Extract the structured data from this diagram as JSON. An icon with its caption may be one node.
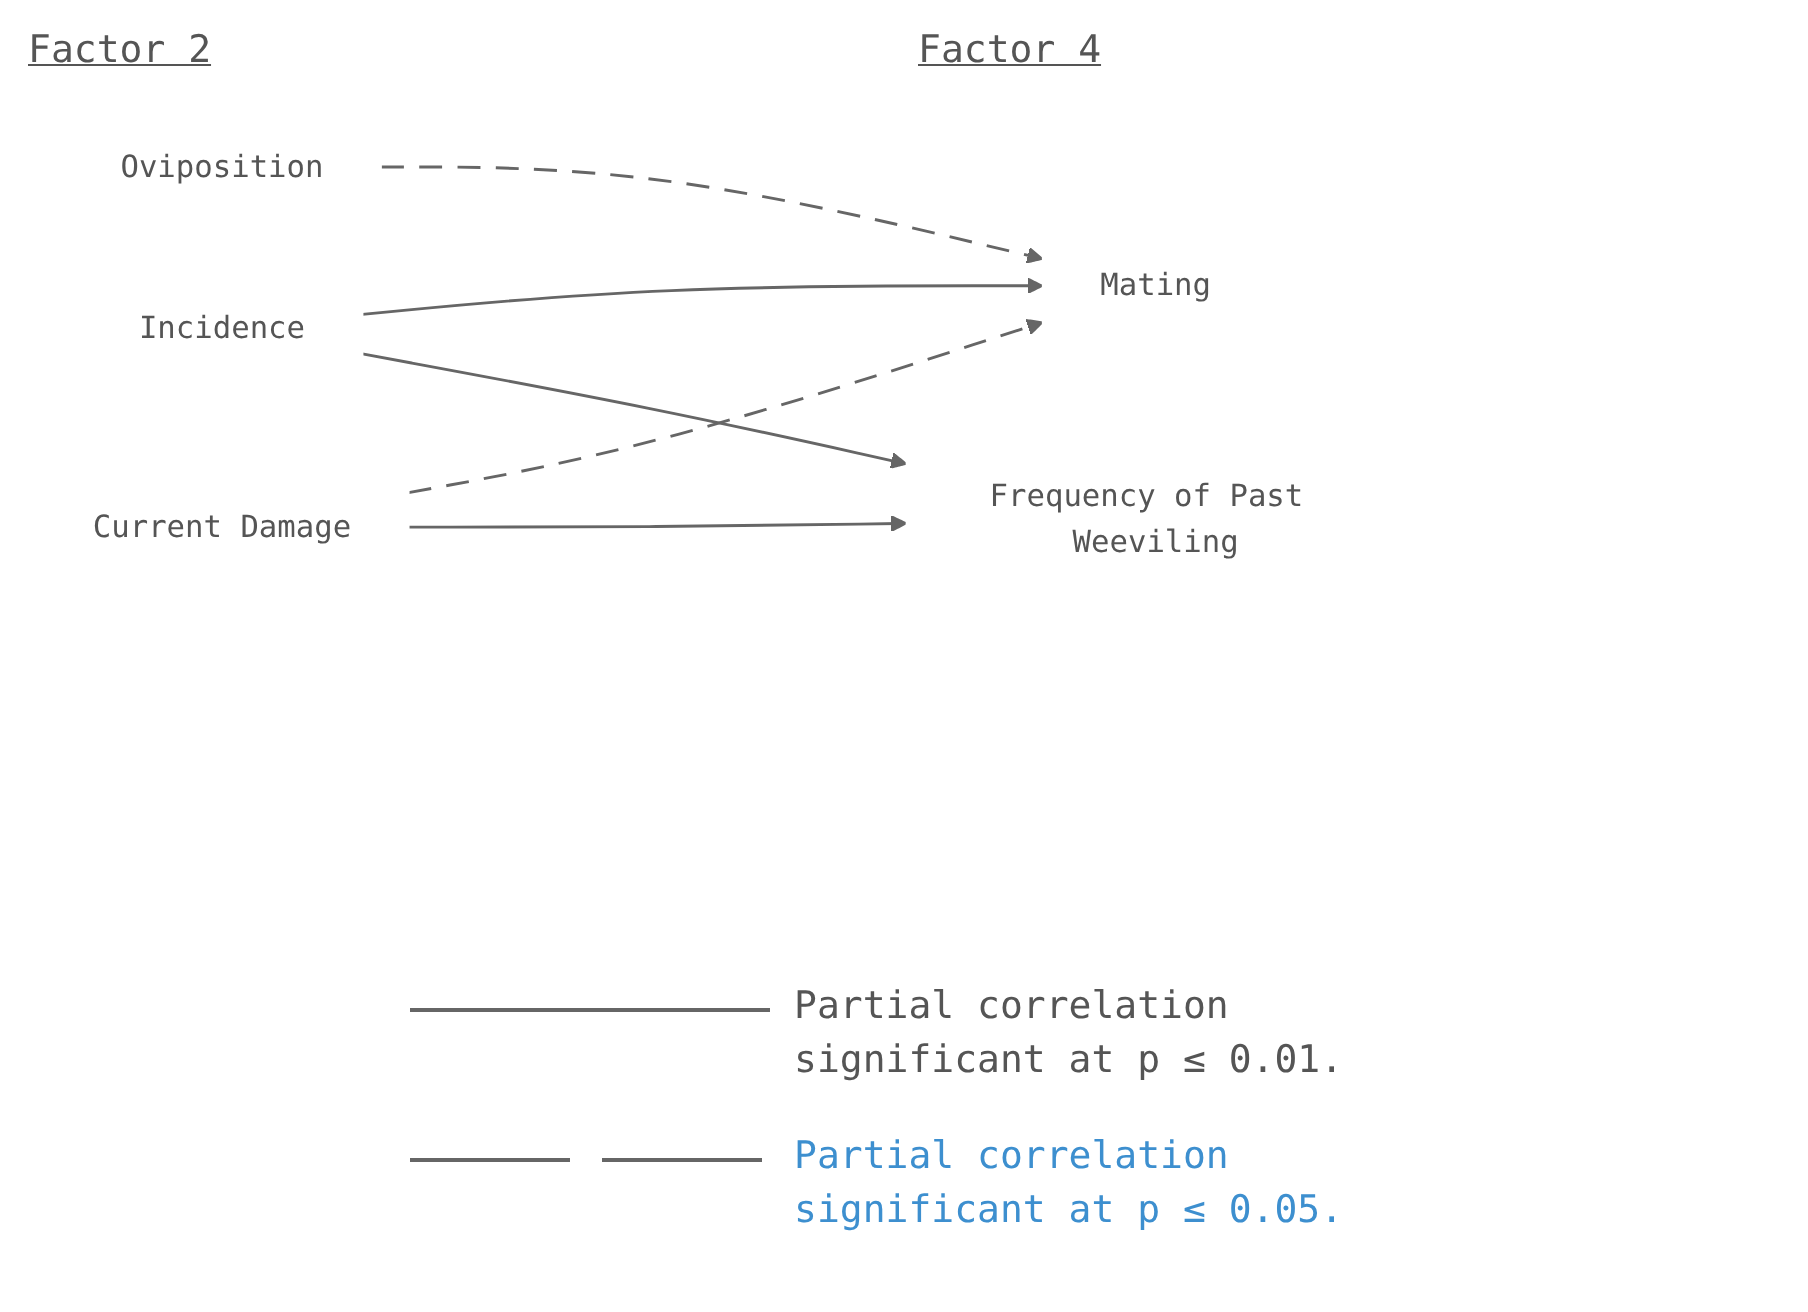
{
  "diagram": {
    "nodes": [
      {
        "text": [
          "Incidence"
        ]
      },
      {
        "text": [
          "Oviposition"
        ]
      },
      {
        "text": [
          "Current Damage"
        ]
      },
      {
        "text": [
          "Mating"
        ]
      },
      {
        "text": [
          "Frequency of Past Weeviling"
        ]
      }
    ],
    "edges": [
      {
        "from": 0,
        "to": 3,
        "arrow": "to"
      },
      {
        "from": 0,
        "to": 4,
        "arrow": "to"
      },
      {
        "from": 1,
        "to": 3,
        "arrow": "to",
        "style": "dashed"
      },
      {
        "from": 2,
        "to": 3,
        "arrow": "to",
        "style": "dashed"
      },
      {
        "from": 2,
        "to": 4,
        "arrow": "to"
      }
    ],
    "labels": [
      "Factor 2",
      "Factor 4"
    ],
    "legend": [
      {
        "text": "Partial correlation significant at p ≤ 0.01."
      },
      {
        "text": "Partial correlation significant at p ≤ 0.05."
      }
    ]
  }
}
